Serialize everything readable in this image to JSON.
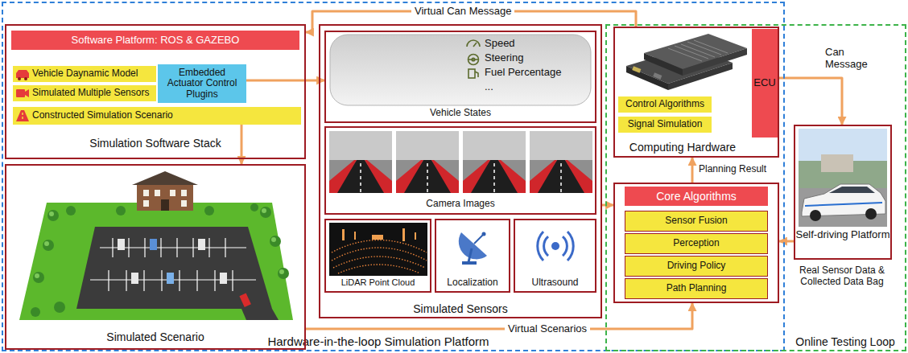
{
  "diagram": {
    "nodes": [
      {
        "text": [
          "Hardware-in-the-loop Simulation Platform"
        ]
      },
      {
        "text": [
          "Simulation Software Stack"
        ],
        "in": 0
      },
      {
        "text": [
          "Software Platform: ROS & GAZEBO"
        ],
        "in": 1
      },
      {
        "text": [
          "Vehicle Daynamic Model"
        ],
        "in": 1
      },
      {
        "text": [
          "Simulated Multiple Sensors"
        ],
        "in": 1
      },
      {
        "text": [
          "Embedded Actuator Control Plugins"
        ],
        "in": 1
      },
      {
        "text": [
          "Constructed Simulation Scenario"
        ],
        "in": 1
      },
      {
        "text": [
          "Simulated Scenario"
        ],
        "in": 0
      },
      {
        "text": [
          "Simulated Sensors"
        ],
        "in": 0
      },
      {
        "text": [
          "Vehicle States"
        ],
        "in": 8
      },
      {
        "text": [
          "Speed",
          "Steering",
          "Fuel Percentage",
          "..."
        ],
        "in": 9
      },
      {
        "text": [
          "Camera Images"
        ],
        "in": 8
      },
      {
        "text": [
          "LiDAR Point Cloud"
        ],
        "in": 8
      },
      {
        "text": [
          "Localization"
        ],
        "in": 8
      },
      {
        "text": [
          "Ultrasound"
        ],
        "in": 8
      },
      {
        "text": [
          "Computing Hardware"
        ],
        "in": 0
      },
      {
        "text": [
          "ECU"
        ],
        "in": 15
      },
      {
        "text": [
          "Control Algorithms"
        ],
        "in": 15
      },
      {
        "text": [
          "Signal Simulation"
        ],
        "in": 15
      },
      {
        "text": [
          "Core Algorithms"
        ],
        "in": 0
      },
      {
        "text": [
          "Sensor Fusion"
        ],
        "in": 19
      },
      {
        "text": [
          "Perception"
        ],
        "in": 19
      },
      {
        "text": [
          "Driving Policy"
        ],
        "in": 19
      },
      {
        "text": [
          "Path Planning"
        ],
        "in": 19
      },
      {
        "text": [
          "Online Testing Loop"
        ]
      },
      {
        "text": [
          "Self-driving Platform"
        ],
        "in": 24
      }
    ],
    "edges": [
      {
        "from": 15,
        "to": 1,
        "label": "Virtual Can Message",
        "arrow": "to"
      },
      {
        "from": 5,
        "to": 9,
        "arrow": "to"
      },
      {
        "from": 6,
        "to": 7,
        "arrow": "to"
      },
      {
        "from": 8,
        "to": 19,
        "arrow": "to"
      },
      {
        "from": 7,
        "to": 19,
        "label": "Virtual Scenarios",
        "arrow": "to"
      },
      {
        "from": 19,
        "to": 15,
        "label": "Planning Result",
        "arrow": "to"
      },
      {
        "from": 16,
        "to": 25,
        "label": "Can Message",
        "arrow": "to"
      },
      {
        "from": 25,
        "to": 19,
        "label": "Real Sensor Data & Collected Data Bag",
        "arrow": "to"
      }
    ]
  }
}
